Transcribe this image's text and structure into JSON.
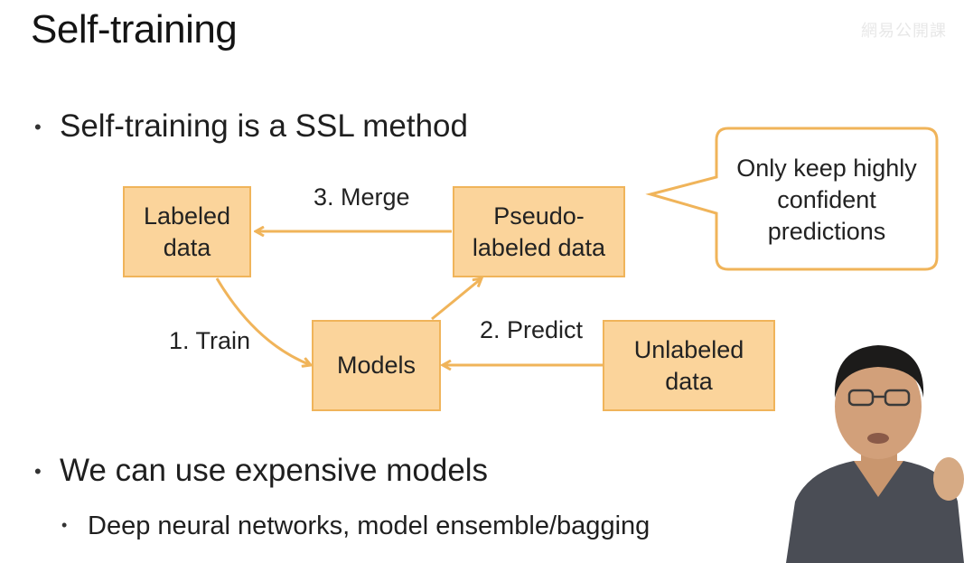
{
  "slide": {
    "title": "Self-training",
    "watermark": "網易公開課",
    "bullet1": "Self-training is a SSL method",
    "bullet2": "We can use expensive models",
    "sub_bullet": "Deep neural networks, model ensemble/bagging",
    "bullet_char": "•"
  },
  "diagram": {
    "labeled": "Labeled\ndata",
    "pseudo": "Pseudo-\nlabeled data",
    "models": "Models",
    "unlabeled": "Unlabeled\ndata",
    "merge_label": "3. Merge",
    "train_label": "1. Train",
    "predict_label": "2. Predict",
    "callout": "Only keep highly\nconfident\npredictions"
  },
  "colors": {
    "box_fill": "#fbd49b",
    "box_border": "#f0b45a",
    "arrow": "#f0b45a"
  }
}
